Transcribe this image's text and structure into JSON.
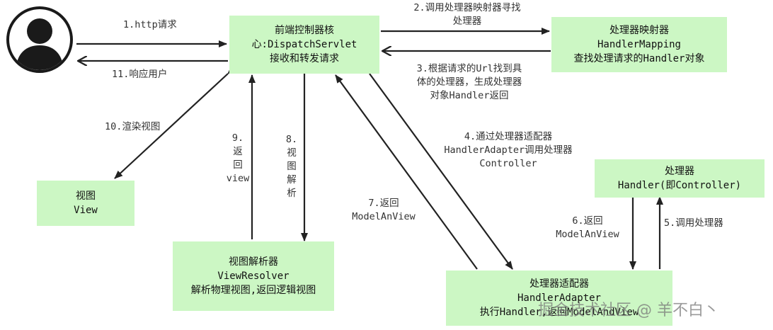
{
  "colors": {
    "box_fill": "#ccf7c4",
    "line": "#222222",
    "avatar": "#1a1a1a"
  },
  "icons": {
    "user": "user-icon"
  },
  "nodes": {
    "controller": {
      "line1": "前端控制器核",
      "line2": "心:DispatchServlet",
      "line3": "接收和转发请求"
    },
    "mapping": {
      "line1": "处理器映射器",
      "line2": "HandlerMapping",
      "line3": "查找处理请求的Handler对象"
    },
    "view": {
      "line1": "视图",
      "line2": "View"
    },
    "resolver": {
      "line1": "视图解析器",
      "line2": "ViewResolver",
      "line3": "解析物理视图,返回逻辑视图"
    },
    "handler": {
      "line1": "处理器",
      "line2": "Handler(即Controller)"
    },
    "adapter": {
      "line1": "处理器适配器",
      "line2": "HandlerAdapter",
      "line3": "执行Handler,返回ModelAndView"
    }
  },
  "edges": {
    "e1": "1.http请求",
    "e2a": "2.调用处理器映射器寻找",
    "e2b": "处理器",
    "e3a": "3.根据请求的Url找到具",
    "e3b": "体的处理器，生成处理器",
    "e3c": "对象Handler返回",
    "e4a": "4.通过处理器适配器",
    "e4b": "HandlerAdapter调用处理器",
    "e4c": "Controller",
    "e5": "5.调用处理器",
    "e6a": "6.返回",
    "e6b": "ModelAnView",
    "e7a": "7.返回",
    "e7b": "ModelAnView",
    "e8": "8.视图解析",
    "e9a": "9.返回",
    "e9b": "view",
    "e10": "10.渲染视图",
    "e11": "11.响应用户"
  },
  "watermark": "掘金技术社区 @ 羊不白丶"
}
